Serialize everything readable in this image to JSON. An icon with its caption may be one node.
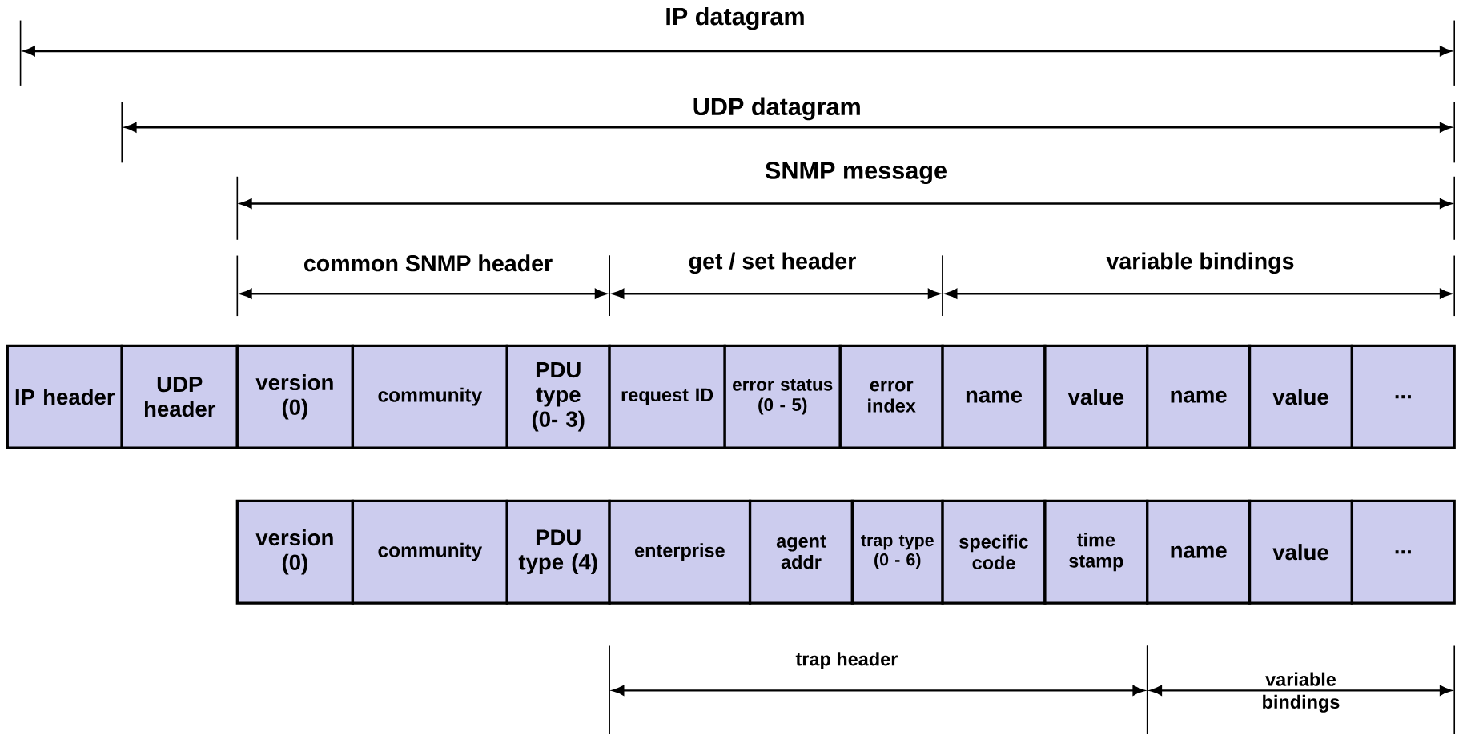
{
  "diagram": {
    "nodes": [
      {
        "text": [
          "IP header"
        ]
      },
      {
        "text": [
          "UDP header"
        ]
      },
      {
        "text": [
          "version (0)"
        ]
      },
      {
        "text": [
          "community"
        ]
      },
      {
        "text": [
          "PDU type (0- 3)"
        ]
      },
      {
        "text": [
          "request ID"
        ]
      },
      {
        "text": [
          "error status (0 - 5)"
        ]
      },
      {
        "text": [
          "error index"
        ]
      },
      {
        "text": [
          "name"
        ]
      },
      {
        "text": [
          "value"
        ]
      },
      {
        "text": [
          "name"
        ]
      },
      {
        "text": [
          "value"
        ]
      },
      {
        "text": [
          "..."
        ]
      },
      {
        "text": [
          "version (0)"
        ]
      },
      {
        "text": [
          "community"
        ]
      },
      {
        "text": [
          "PDU type (4)"
        ]
      },
      {
        "text": [
          "enterprise"
        ]
      },
      {
        "text": [
          "agent addr"
        ]
      },
      {
        "text": [
          "trap type (0 - 6)"
        ]
      },
      {
        "text": [
          "specific code"
        ]
      },
      {
        "text": [
          "time stamp"
        ]
      },
      {
        "text": [
          "name"
        ]
      },
      {
        "text": [
          "value"
        ]
      },
      {
        "text": [
          "..."
        ]
      }
    ],
    "labels": [
      "IP datagram",
      "UDP datagram",
      "SNMP message",
      "common SNMP header",
      "get / set header",
      "variable bindings",
      "trap header",
      "variable bindings"
    ]
  }
}
